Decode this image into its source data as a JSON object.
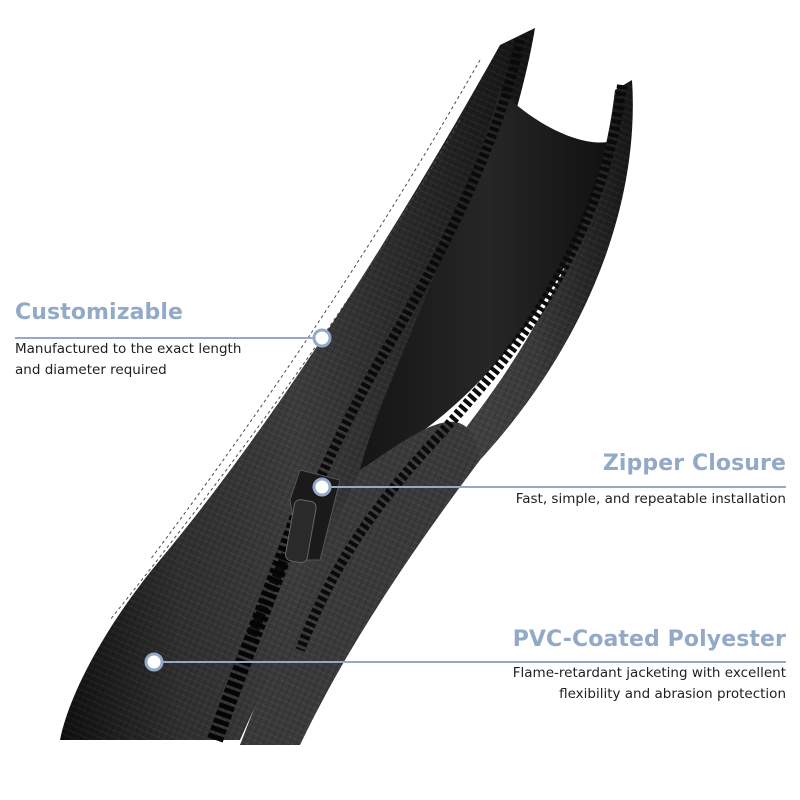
{
  "callouts": {
    "customizable": {
      "title": "Customizable",
      "description_line1": "Manufactured to the exact length",
      "description_line2": "and diameter required"
    },
    "zipper_closure": {
      "title": "Zipper Closure",
      "description_line1": "Fast, simple, and repeatable installation"
    },
    "pvc_coated": {
      "title": "PVC-Coated Polyester",
      "description_line1": "Flame-retardant jacketing with excellent",
      "description_line2": "flexibility and abrasion protection"
    }
  },
  "colors": {
    "accent": "#92a9c8",
    "sleeve_dark": "#1a1a1a",
    "sleeve_mid": "#2b2b2b",
    "text": "#1f1f1f"
  },
  "image": {
    "subject": "black zippered PVC-coated polyester cable sleeve"
  }
}
